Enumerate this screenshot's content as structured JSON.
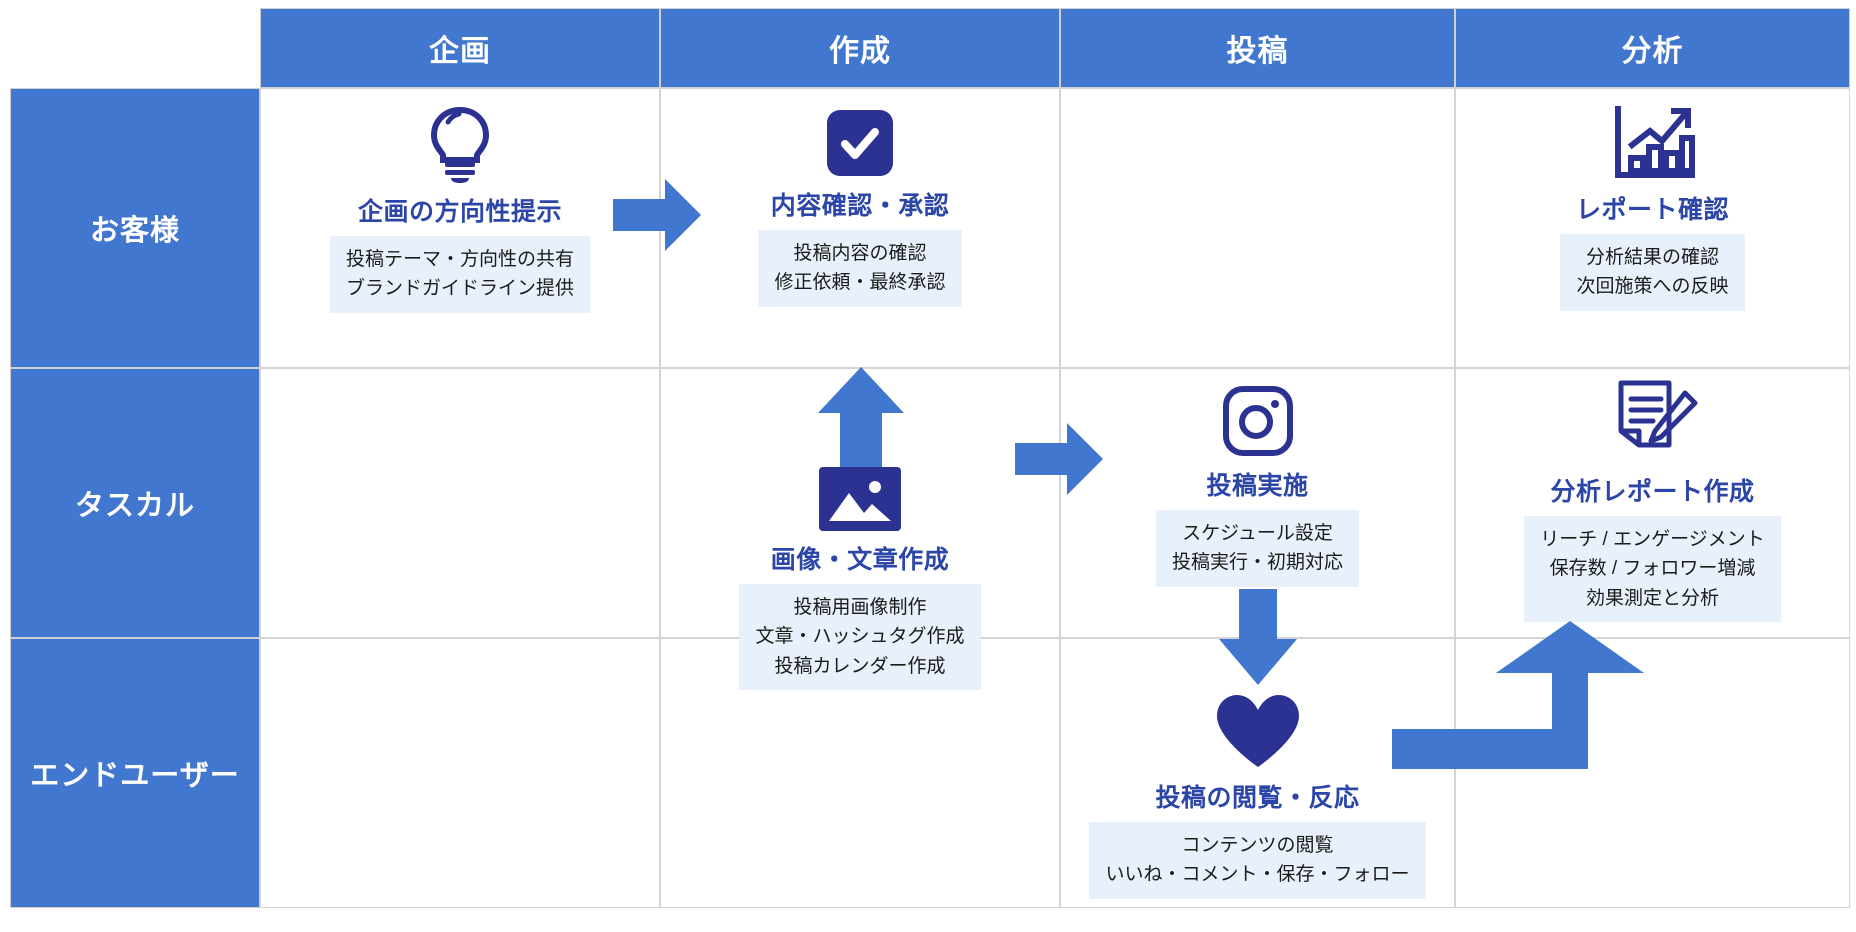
{
  "colors": {
    "header_blue": "#4277cf",
    "arrow_blue": "#4277cf",
    "icon_navy": "#2c3291",
    "title_navy": "#2c46a8",
    "detail_bg": "#e8f1fb",
    "grid_line": "#d4d4d4"
  },
  "columns": [
    {
      "label": "企画"
    },
    {
      "label": "作成"
    },
    {
      "label": "投稿"
    },
    {
      "label": "分析"
    }
  ],
  "rows": [
    {
      "label": "お客様"
    },
    {
      "label": "タスカル"
    },
    {
      "label": "エンドユーザー"
    }
  ],
  "nodes": {
    "plan_direction": {
      "icon": "lightbulb-icon",
      "title": "企画の方向性提示",
      "detail": "投稿テーマ・方向性の共有\nブランドガイドライン提供"
    },
    "content_approval": {
      "icon": "check-square-icon",
      "title": "内容確認・承認",
      "detail": "投稿内容の確認\n修正依頼・最終承認"
    },
    "report_check": {
      "icon": "bar-chart-icon",
      "title": "レポート確認",
      "detail": "分析結果の確認\n次回施策への反映"
    },
    "image_text_creation": {
      "icon": "image-icon",
      "title": "画像・文章作成",
      "detail": "投稿用画像制作\n文章・ハッシュタグ作成\n投稿カレンダー作成"
    },
    "posting": {
      "icon": "instagram-camera-icon",
      "title": "投稿実施",
      "detail": "スケジュール設定\n投稿実行・初期対応"
    },
    "analysis_report": {
      "icon": "document-pencil-icon",
      "title": "分析レポート作成",
      "detail": "リーチ / エンゲージメント\n保存数 / フォロワー増減\n効果測定と分析"
    },
    "view_react": {
      "icon": "heart-icon",
      "title": "投稿の閲覧・反応",
      "detail": "コンテンツの閲覧\nいいね・コメント・保存・フォロー"
    }
  },
  "arrows": [
    {
      "name": "arrow-plan-to-approval",
      "direction": "right"
    },
    {
      "name": "arrow-creation-to-approval",
      "direction": "up"
    },
    {
      "name": "arrow-creation-to-posting",
      "direction": "right"
    },
    {
      "name": "arrow-posting-to-viewing",
      "direction": "down"
    },
    {
      "name": "arrow-viewing-to-analysis",
      "direction": "up-left-elbow"
    }
  ]
}
